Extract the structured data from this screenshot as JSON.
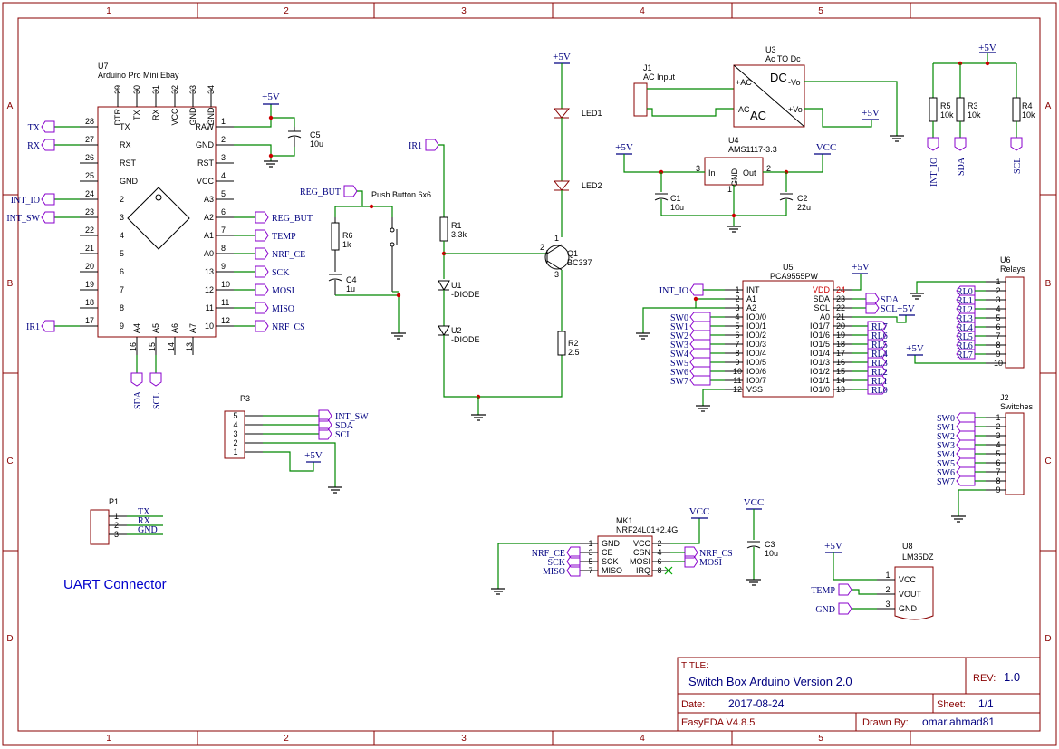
{
  "frame": {
    "columns": [
      "1",
      "2",
      "3",
      "4",
      "5"
    ],
    "rows": [
      "A",
      "B",
      "C",
      "D"
    ]
  },
  "u7": {
    "ref": "U7",
    "name": "Arduino Pro Mini Ebay",
    "top_pins": [
      {
        "num": "29",
        "name": "DTR"
      },
      {
        "num": "30",
        "name": "TX"
      },
      {
        "num": "31",
        "name": "RX"
      },
      {
        "num": "32",
        "name": "VCC"
      },
      {
        "num": "33",
        "name": "GND"
      },
      {
        "num": "34",
        "name": "GND"
      }
    ],
    "left_pins": [
      {
        "num": "28",
        "name": "TX"
      },
      {
        "num": "27",
        "name": "RX"
      },
      {
        "num": "26",
        "name": "RST"
      },
      {
        "num": "25",
        "name": "GND"
      },
      {
        "num": "24",
        "name": "2"
      },
      {
        "num": "23",
        "name": "3"
      },
      {
        "num": "22",
        "name": "4"
      },
      {
        "num": "21",
        "name": "5"
      },
      {
        "num": "20",
        "name": "6"
      },
      {
        "num": "19",
        "name": "7"
      },
      {
        "num": "18",
        "name": "8"
      },
      {
        "num": "17",
        "name": "9"
      }
    ],
    "right_pins": [
      {
        "num": "1",
        "name": "RAW"
      },
      {
        "num": "2",
        "name": "GND"
      },
      {
        "num": "3",
        "name": "RST"
      },
      {
        "num": "4",
        "name": "VCC"
      },
      {
        "num": "5",
        "name": "A3"
      },
      {
        "num": "6",
        "name": "A2"
      },
      {
        "num": "7",
        "name": "A1"
      },
      {
        "num": "8",
        "name": "A0"
      },
      {
        "num": "9",
        "name": "13"
      },
      {
        "num": "10",
        "name": "12"
      },
      {
        "num": "11",
        "name": "11"
      },
      {
        "num": "12",
        "name": "10"
      }
    ],
    "bottom_pins": [
      {
        "num": "16",
        "name": "A4"
      },
      {
        "num": "15",
        "name": "A5"
      },
      {
        "num": "14",
        "name": "A6"
      },
      {
        "num": "13",
        "name": "A7"
      }
    ]
  },
  "nets": {
    "tx": "TX",
    "rx": "RX",
    "int_io": "INT_IO",
    "int_sw": "INT_SW",
    "ir1": "IR1",
    "reg_but": "REG_BUT",
    "temp": "TEMP",
    "nrf_ce": "NRF_CE",
    "sck": "SCK",
    "mosi": "MOSI",
    "miso": "MISO",
    "nrf_cs": "NRF_CS",
    "sda": "SDA",
    "scl": "SCL",
    "gnd": "GND",
    "vcc": "VCC",
    "p5v": "+5V"
  },
  "c5": {
    "ref": "C5",
    "value": "10u"
  },
  "p3": {
    "ref": "P3",
    "pins": [
      "5",
      "4",
      "3",
      "2",
      "1"
    ]
  },
  "p1": {
    "ref": "P1",
    "pins": [
      "1",
      "2",
      "3"
    ],
    "caption": "UART Connector"
  },
  "sw": {
    "label": "Push Button 6x6",
    "r6_ref": "R6",
    "r6_val": "1k",
    "c4_ref": "C4",
    "c4_val": "1u"
  },
  "ir": {
    "r1_ref": "R1",
    "r1_val": "3.3k",
    "u1_ref": "U1",
    "u1_val": "-DIODE",
    "u2_ref": "U2",
    "u2_val": "-DIODE",
    "led1": "LED1",
    "led2": "LED2",
    "q1_ref": "Q1",
    "q1_val": "BC337",
    "r2_ref": "R2",
    "r2_val": "2.5",
    "q_pins": [
      "1",
      "2",
      "3"
    ]
  },
  "j1": {
    "ref": "J1",
    "name": "AC Input"
  },
  "u3": {
    "ref": "U3",
    "name": "Ac TO Dc",
    "pin_acp": "+AC",
    "pin_acn": "-AC",
    "pin_vn": "-Vo",
    "pin_vp": "+Vo",
    "dc": "DC",
    "ac": "AC"
  },
  "u4": {
    "ref": "U4",
    "name": "AMS1117-3.3",
    "pin_in": "In",
    "pin_gnd": "GND",
    "pin_out": "Out",
    "num_in": "3",
    "num_gnd": "1",
    "num_out": "2"
  },
  "c1": {
    "ref": "C1",
    "value": "10u"
  },
  "c2": {
    "ref": "C2",
    "value": "22u"
  },
  "pullups": [
    {
      "ref": "R5",
      "value": "10k",
      "net": "INT_IO"
    },
    {
      "ref": "R3",
      "value": "10k",
      "net": "SDA"
    },
    {
      "ref": "R4",
      "value": "10k",
      "net": "SCL"
    }
  ],
  "u5": {
    "ref": "U5",
    "name": "PCA9555PW",
    "left": [
      {
        "num": "1",
        "name": "INT",
        "net": "INT_IO"
      },
      {
        "num": "2",
        "name": "A1",
        "net": ""
      },
      {
        "num": "3",
        "name": "A2",
        "net": ""
      },
      {
        "num": "4",
        "name": "IO0/0",
        "net": "SW0"
      },
      {
        "num": "5",
        "name": "IO0/1",
        "net": "SW1"
      },
      {
        "num": "6",
        "name": "IO0/2",
        "net": "SW2"
      },
      {
        "num": "7",
        "name": "IO0/3",
        "net": "SW3"
      },
      {
        "num": "8",
        "name": "IO0/4",
        "net": "SW4"
      },
      {
        "num": "9",
        "name": "IO0/5",
        "net": "SW5"
      },
      {
        "num": "10",
        "name": "IO0/6",
        "net": "SW6"
      },
      {
        "num": "11",
        "name": "IO0/7",
        "net": "SW7"
      },
      {
        "num": "12",
        "name": "VSS",
        "net": ""
      }
    ],
    "right": [
      {
        "num": "24",
        "name": "VDD",
        "net": ""
      },
      {
        "num": "23",
        "name": "SDA",
        "net": "SDA"
      },
      {
        "num": "22",
        "name": "SCL",
        "net": "SCL"
      },
      {
        "num": "21",
        "name": "A0",
        "net": ""
      },
      {
        "num": "20",
        "name": "IO1/7",
        "net": "RL7"
      },
      {
        "num": "19",
        "name": "IO1/6",
        "net": "RL6"
      },
      {
        "num": "18",
        "name": "IO1/5",
        "net": "RL5"
      },
      {
        "num": "17",
        "name": "IO1/4",
        "net": "RL4"
      },
      {
        "num": "16",
        "name": "IO1/3",
        "net": "RL3"
      },
      {
        "num": "15",
        "name": "IO1/2",
        "net": "RL2"
      },
      {
        "num": "14",
        "name": "IO1/1",
        "net": "RL1"
      },
      {
        "num": "13",
        "name": "IO1/0",
        "net": "RL0"
      }
    ]
  },
  "u6": {
    "ref": "U6",
    "name": "Relays",
    "pins": [
      "1",
      "2",
      "3",
      "4",
      "5",
      "6",
      "7",
      "8",
      "9",
      "10"
    ],
    "nets": [
      "",
      "RL0",
      "RL1",
      "RL2",
      "RL3",
      "RL4",
      "RL5",
      "RL6",
      "RL7",
      ""
    ]
  },
  "j2": {
    "ref": "J2",
    "name": "Switches",
    "pins": [
      "1",
      "2",
      "3",
      "4",
      "5",
      "6",
      "7",
      "8",
      "9"
    ],
    "nets": [
      "SW0",
      "SW1",
      "SW2",
      "SW3",
      "SW4",
      "SW5",
      "SW6",
      "SW7",
      ""
    ]
  },
  "mk1": {
    "ref": "MK1",
    "name": "NRF24L01+2.4G",
    "left": [
      {
        "num": "1",
        "name": "GND"
      },
      {
        "num": "3",
        "name": "CE"
      },
      {
        "num": "5",
        "name": "SCK"
      },
      {
        "num": "7",
        "name": "MISO"
      }
    ],
    "right": [
      {
        "num": "2",
        "name": "VCC"
      },
      {
        "num": "4",
        "name": "CSN"
      },
      {
        "num": "6",
        "name": "MOSI"
      },
      {
        "num": "8",
        "name": "IRQ"
      }
    ]
  },
  "c3": {
    "ref": "C3",
    "value": "10u"
  },
  "u8": {
    "ref": "U8",
    "name": "LM35DZ",
    "pins": [
      {
        "num": "1",
        "name": "VCC"
      },
      {
        "num": "2",
        "name": "VOUT"
      },
      {
        "num": "3",
        "name": "GND"
      }
    ]
  },
  "title_block": {
    "title_label": "TITLE:",
    "title": "Switch Box Arduino Version 2.0",
    "rev_label": "REV:",
    "rev": "1.0",
    "date_label": "Date:",
    "date": "2017-08-24",
    "sheet_label": "Sheet:",
    "sheet": "1/1",
    "tool": "EasyEDA V4.8.5",
    "drawn_label": "Drawn By:",
    "drawn": "omar.ahmad81"
  }
}
